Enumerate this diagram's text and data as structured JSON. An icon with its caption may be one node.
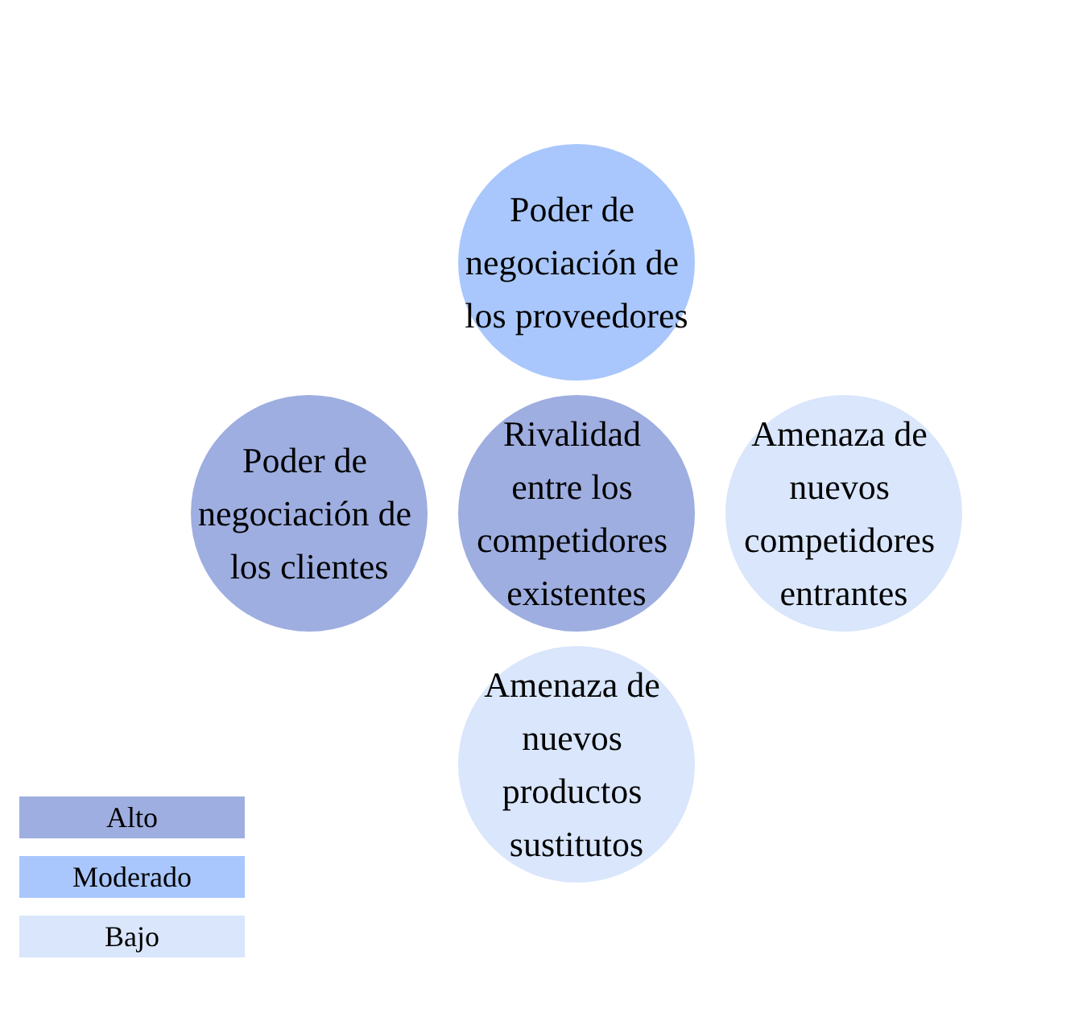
{
  "diagram": {
    "nodes": [
      {
        "text": [
          "Poder de negociación de los proveedores"
        ]
      },
      {
        "text": [
          "Poder de negociación de los clientes"
        ]
      },
      {
        "text": [
          "Rivalidad entre los competidores existentes"
        ]
      },
      {
        "text": [
          "Amenaza de nuevos competidores entrantes"
        ]
      },
      {
        "text": [
          "Amenaza de nuevos productos sustitutos"
        ]
      }
    ],
    "legend": [
      {
        "text": "Alto",
        "color": "#9eaee0"
      },
      {
        "text": "Moderado",
        "color": "#a9c7fc"
      },
      {
        "text": "Bajo",
        "color": "#d9e6fb"
      }
    ]
  }
}
